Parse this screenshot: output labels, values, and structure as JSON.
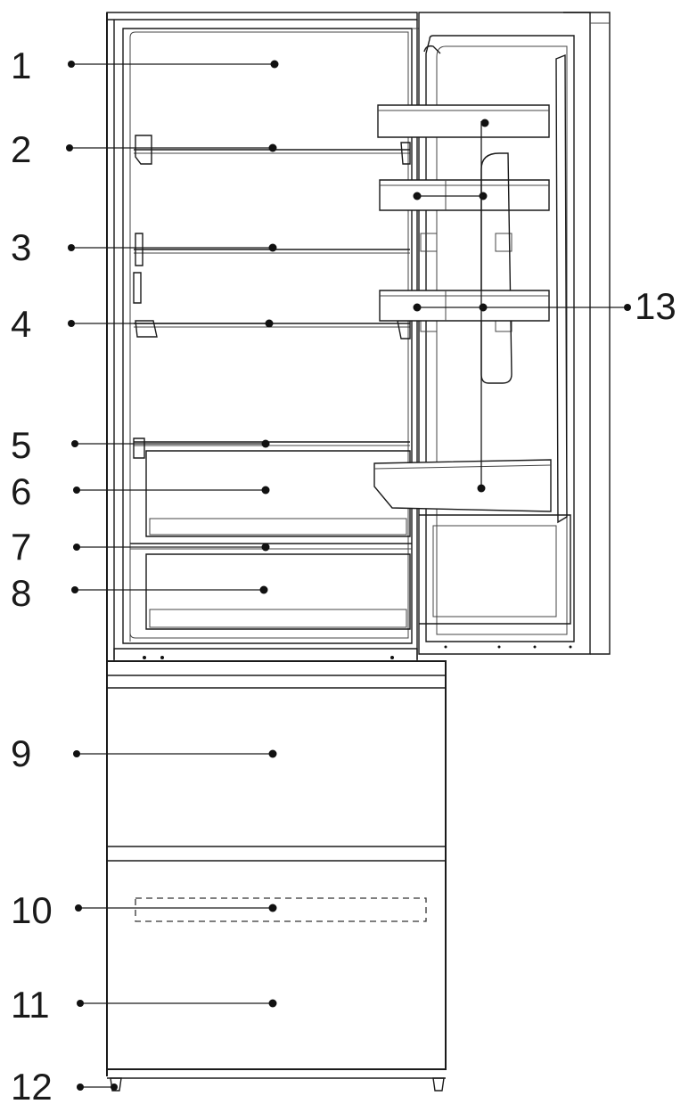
{
  "callouts": [
    {
      "id": "callout-1",
      "label": "1"
    },
    {
      "id": "callout-2",
      "label": "2"
    },
    {
      "id": "callout-3",
      "label": "3"
    },
    {
      "id": "callout-4",
      "label": "4"
    },
    {
      "id": "callout-5",
      "label": "5"
    },
    {
      "id": "callout-6",
      "label": "6"
    },
    {
      "id": "callout-7",
      "label": "7"
    },
    {
      "id": "callout-8",
      "label": "8"
    },
    {
      "id": "callout-9",
      "label": "9"
    },
    {
      "id": "callout-10",
      "label": "10"
    },
    {
      "id": "callout-11",
      "label": "11"
    },
    {
      "id": "callout-12",
      "label": "12"
    },
    {
      "id": "callout-13",
      "label": "13"
    }
  ]
}
